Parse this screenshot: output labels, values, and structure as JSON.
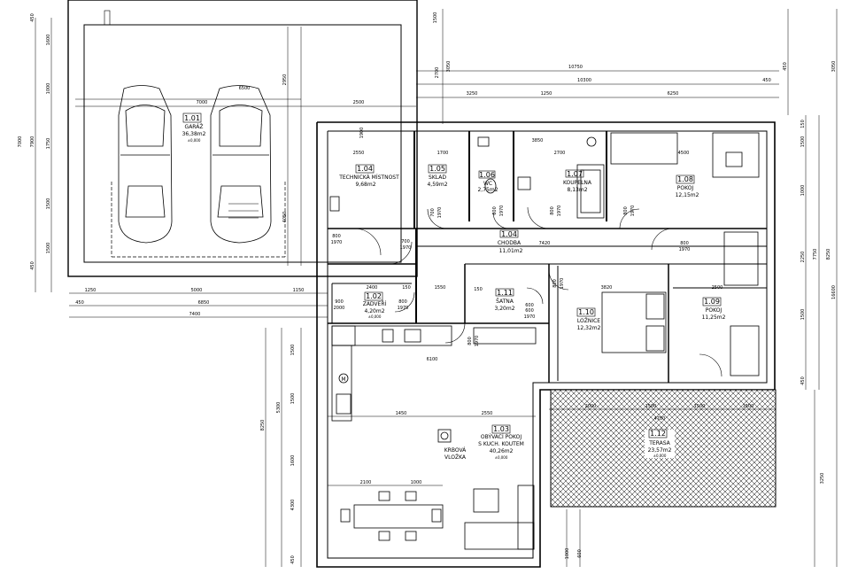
{
  "rooms": {
    "garaz": {
      "num": "1.01",
      "name": "GARÁŽ",
      "area": "36,38m2",
      "level": "±0,000"
    },
    "technicka": {
      "num": "1.04",
      "name": "TECHNICKÁ MÍSTNOST",
      "area": "9,68m2"
    },
    "sklad": {
      "num": "1.05",
      "name": "SKLAD",
      "area": "4,59m2"
    },
    "wc": {
      "num": "1.06",
      "name": "WC",
      "area": "2,75m2"
    },
    "koupelna": {
      "num": "1.07",
      "name": "KOUPELNA",
      "area": "8,13m2"
    },
    "pokoj1": {
      "num": "1.08",
      "name": "POKOJ",
      "area": "12,15m2"
    },
    "chodba": {
      "num": "1.04",
      "name": "CHODBA",
      "area": "11,01m2"
    },
    "zadveri": {
      "num": "1.02",
      "name": "ZÁDVEŘÍ",
      "area": "4,20m2",
      "level": "±0,000"
    },
    "satna": {
      "num": "1.11",
      "name": "ŠATNA",
      "area": "3,20m2"
    },
    "loznice": {
      "num": "1.10",
      "name": "LOŽNICE",
      "area": "12,32m2"
    },
    "pokoj2": {
      "num": "1.09",
      "name": "POKOJ",
      "area": "11,25m2"
    },
    "obyvaci": {
      "num": "1.03",
      "name1": "OBÝVACÍ POKOJ",
      "name2": "S KUCH. KOUTEM",
      "area": "40,26m2",
      "level": "±0,000"
    },
    "terasa": {
      "num": "1.12",
      "name": "TERASA",
      "area": "23,57m2",
      "level": "±0,000"
    }
  },
  "furniture": {
    "krbova1": "KRBOVÁ",
    "krbova2": "VLOŽKA",
    "m": "M"
  },
  "dims": {
    "top": {
      "d1": "10750",
      "d2": "10300",
      "d3": "450",
      "d4": "3250",
      "d5": "1250",
      "d6": "6250",
      "d7": "7000",
      "d8": "6500",
      "d9": "2500"
    },
    "left": {
      "d1": "450",
      "d2": "1600",
      "d3": "1000",
      "d4": "1750",
      "d5": "1500",
      "d6": "1500",
      "d7": "450",
      "d8": "7000",
      "d9": "7900",
      "d10": "8250",
      "d11": "4300",
      "d12": "1500",
      "d13": "1500",
      "d14": "1600",
      "d15": "450",
      "d16": "5300"
    },
    "mid": {
      "d1": "1250",
      "d2": "5000",
      "d3": "1150",
      "d4": "450",
      "d5": "6850",
      "d6": "7400",
      "d7": "2400",
      "d8": "1550",
      "d9": "150",
      "d10": "2550",
      "d11": "1700",
      "d12": "3850",
      "d13": "2700",
      "d14": "4500",
      "d15": "7420",
      "d16": "3820",
      "d17": "2500",
      "d18": "1450",
      "d19": "2550",
      "d20": "2100",
      "d21": "1000",
      "d22": "6100",
      "d23": "150",
      "d24": "600",
      "d25": "4050",
      "d26": "2950",
      "d27": "3050",
      "d28": "2700",
      "d29": "1900",
      "d30": "1500"
    },
    "right": {
      "d1": "3050",
      "d2": "1500",
      "d3": "1000",
      "d4": "2250",
      "d5": "1500",
      "d6": "7750",
      "d7": "8250",
      "d8": "16600",
      "d9": "3250",
      "d10": "450",
      "d11": "150",
      "d12": "450"
    },
    "terasa": {
      "d1": "2000",
      "d2": "1500",
      "d3": "1500",
      "d4": "1500",
      "d5": "4750",
      "d6": "1000",
      "d7": "600"
    }
  },
  "doors": {
    "tech": {
      "w": "800",
      "h": "1970"
    },
    "chodba_l": {
      "w": "700",
      "h": "1970"
    },
    "sklad": {
      "w": "700",
      "h": "1970"
    },
    "wc": {
      "w": "600",
      "h": "1970"
    },
    "koupelna": {
      "w": "800",
      "h": "1970"
    },
    "pokoj1": {
      "w": "800",
      "h": "1970"
    },
    "pokoj2": {
      "w": "800",
      "h": "1970"
    },
    "zadveri": {
      "w": "800",
      "h": "1970"
    },
    "entry": {
      "w": "900",
      "h": "2000"
    },
    "satna": {
      "w": "600",
      "h": "1970"
    },
    "loznice": {
      "w": "800",
      "h": "1970"
    },
    "obyvaci": {
      "w": "800",
      "h": "1970"
    }
  }
}
